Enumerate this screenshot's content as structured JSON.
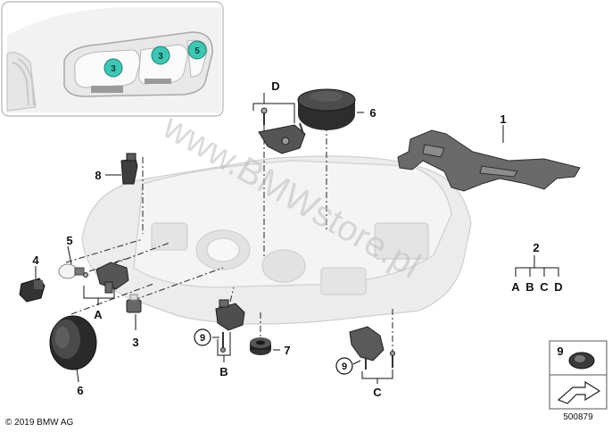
{
  "callouts": {
    "c1": "1",
    "c2": "2",
    "c3": "3",
    "c4": "4",
    "c5": "5",
    "c6_top": "6",
    "c6_bottom": "6",
    "c7": "7",
    "c8": "8",
    "c9_left": "9",
    "c9_right": "9",
    "c9_inset": "9"
  },
  "letters": {
    "A": "A",
    "B": "B",
    "C": "C",
    "D": "D",
    "group2_a": "A",
    "group2_b": "B",
    "group2_c": "C",
    "group2_d": "D"
  },
  "inset": {
    "callout_3a": "3",
    "callout_3b": "3",
    "callout_5": "5"
  },
  "footer": {
    "copyright": "© 2019 BMW AG",
    "diagram_number": "500879"
  },
  "watermark": "www.BMWstore.pl",
  "colors": {
    "callout_teal": "#3cc7b5",
    "line": "#111111",
    "part_grey": "#4a4a4a",
    "ghost": "#d9d9d9"
  }
}
